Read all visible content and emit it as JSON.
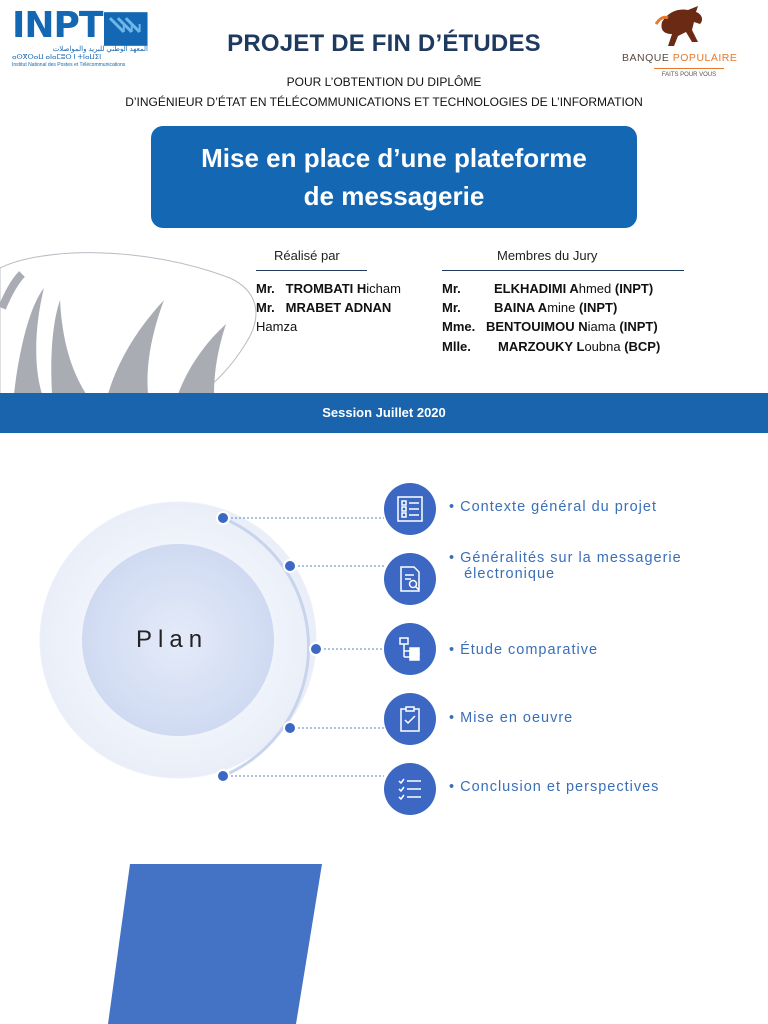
{
  "header": {
    "inpt_logo_text": "INPT",
    "inpt_logo_arabic": "المعهد الوطني للبريد والمواصلات",
    "inpt_logo_tifinagh": "ⴰⵙⴳⵔⴰⵡ ⴰⵏⴰⵎⵓⵔ ⵏ ⵜⵏⴰⵡⵉⵏ",
    "inpt_logo_subtitle": "Institut National des Postes et Télécommunications",
    "bank_name_1": "BANQUE ",
    "bank_name_2": "POPULAIRE",
    "bank_tagline": "FAITS POUR VOUS",
    "title": "PROJET DE FIN D’ÉTUDES",
    "subtitle_line1": "POUR L’OBTENTION DU DIPLÔME",
    "subtitle_line2": "D’INGÉNIEUR D’ÉTAT EN TÉLÉCOMMUNICATIONS ET TECHNOLOGIES DE L’INFORMATION"
  },
  "project_title_line1": "Mise en place d’une plateforme",
  "project_title_line2": "de messagerie",
  "authors": {
    "heading": "Réalisé par",
    "list": [
      {
        "civ": "Mr.",
        "name_b1": "TROMBATI ",
        "name_i1": "H",
        "name_n1": "icham"
      },
      {
        "civ": "Mr.",
        "name_b1": "MRABET ADNAN",
        "name_i1": "",
        "name_n1": ""
      }
    ],
    "wrap": "Hamza"
  },
  "jury": {
    "heading": "Membres du Jury",
    "list": [
      {
        "civ": "Mr.",
        "b1": "ELKHADIMI A",
        "n1": "hmed ",
        "b2": "(INPT)"
      },
      {
        "civ": "Mr.",
        "b1": "BAINA A",
        "n1": "mine ",
        "b2": "(INPT)"
      },
      {
        "civ": "Mme.",
        "b1": "BENTOUIMOU N",
        "n1": "iama ",
        "b2": "(INPT)"
      },
      {
        "civ": "Mlle.",
        "b1": "MARZOUKY L",
        "n1": "oubna ",
        "b2": "(BCP)"
      }
    ]
  },
  "session": "Session Juillet 2020",
  "plan": {
    "title": "Plan",
    "items": [
      {
        "label": "Contexte général du projet",
        "icon": "checklist-icon"
      },
      {
        "label": "Généralités sur la messagerie électronique",
        "label_l1": "Généralités sur la messagerie",
        "label_l2": "électronique",
        "icon": "document-search-icon"
      },
      {
        "label": "Étude comparative",
        "icon": "hierarchy-icon"
      },
      {
        "label": "Mise en oeuvre",
        "icon": "clipboard-check-icon"
      },
      {
        "label": "Conclusion et perspectives",
        "icon": "task-list-icon"
      }
    ]
  },
  "colors": {
    "primary": "#1467b3",
    "band": "#1a64ae",
    "plan_icon": "#3c68c4",
    "accent_shape": "#4472c4",
    "bank_orange": "#e7792a"
  }
}
